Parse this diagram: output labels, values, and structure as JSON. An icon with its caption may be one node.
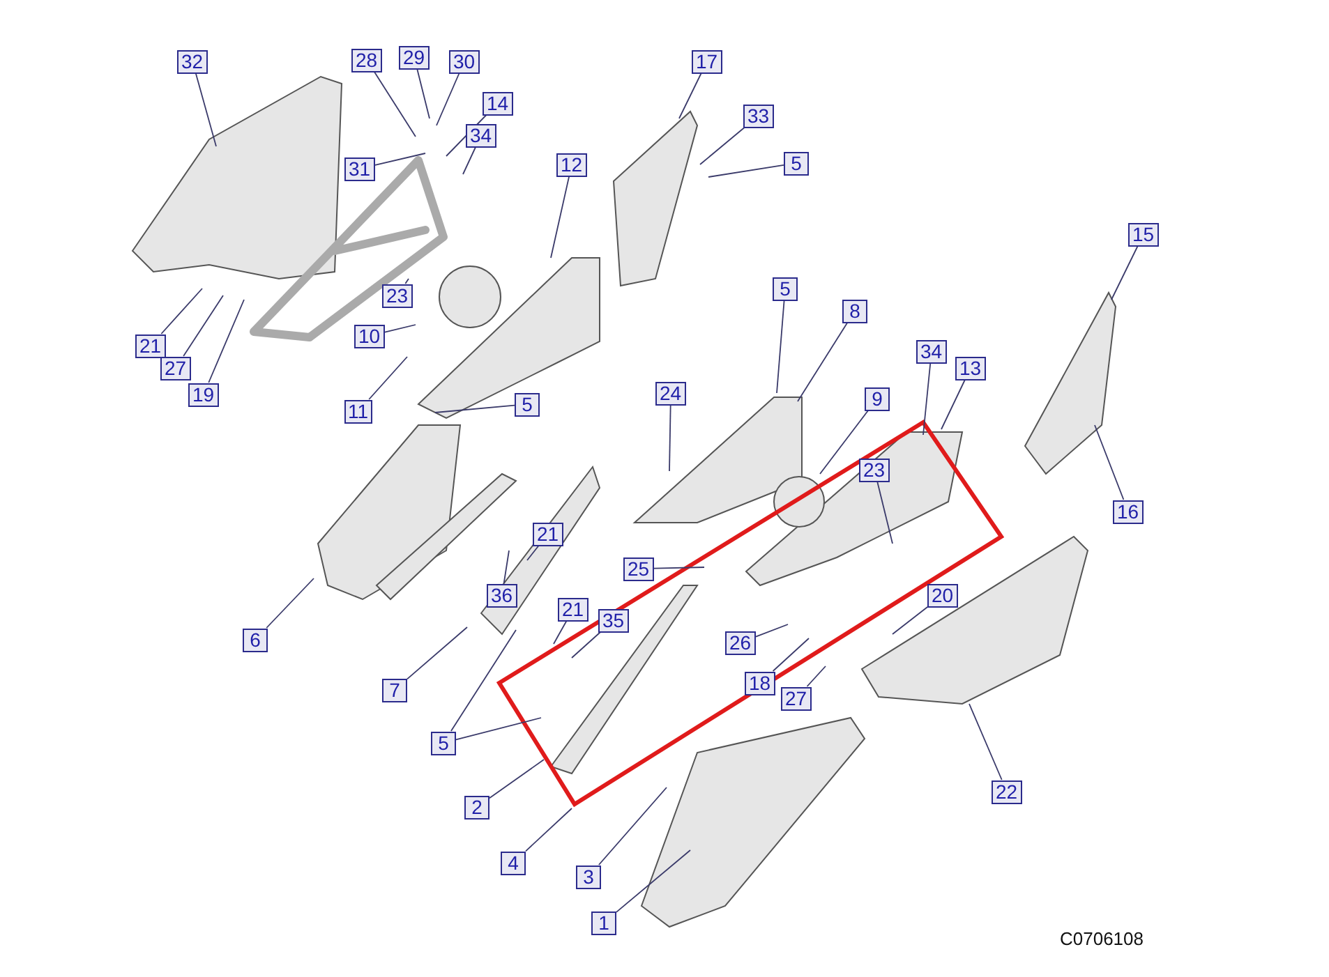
{
  "diagram": {
    "nodes": [
      {
        "text": [
          "32"
        ]
      },
      {
        "text": [
          "28"
        ]
      },
      {
        "text": [
          "29"
        ]
      },
      {
        "text": [
          "30"
        ]
      },
      {
        "text": [
          "14"
        ]
      },
      {
        "text": [
          "34"
        ]
      },
      {
        "text": [
          "31"
        ]
      },
      {
        "text": [
          "12"
        ]
      },
      {
        "text": [
          "23"
        ]
      },
      {
        "text": [
          "10"
        ]
      },
      {
        "text": [
          "11"
        ]
      },
      {
        "text": [
          "21"
        ]
      },
      {
        "text": [
          "27"
        ]
      },
      {
        "text": [
          "19"
        ]
      },
      {
        "text": [
          "5"
        ]
      },
      {
        "text": [
          "17"
        ]
      },
      {
        "text": [
          "33"
        ]
      },
      {
        "text": [
          "5"
        ]
      },
      {
        "text": [
          "5"
        ]
      },
      {
        "text": [
          "8"
        ]
      },
      {
        "text": [
          "24"
        ]
      },
      {
        "text": [
          "9"
        ]
      },
      {
        "text": [
          "34"
        ]
      },
      {
        "text": [
          "13"
        ]
      },
      {
        "text": [
          "23"
        ]
      },
      {
        "text": [
          "15"
        ]
      },
      {
        "text": [
          "16"
        ]
      },
      {
        "text": [
          "6"
        ]
      },
      {
        "text": [
          "21"
        ]
      },
      {
        "text": [
          "36"
        ]
      },
      {
        "text": [
          "25"
        ]
      },
      {
        "text": [
          "21"
        ]
      },
      {
        "text": [
          "35"
        ]
      },
      {
        "text": [
          "26"
        ]
      },
      {
        "text": [
          "18"
        ]
      },
      {
        "text": [
          "20"
        ]
      },
      {
        "text": [
          "27"
        ]
      },
      {
        "text": [
          "7"
        ]
      },
      {
        "text": [
          "5"
        ]
      },
      {
        "text": [
          "2"
        ]
      },
      {
        "text": [
          "22"
        ]
      },
      {
        "text": [
          "4"
        ]
      },
      {
        "text": [
          "3"
        ]
      },
      {
        "text": [
          "1"
        ]
      }
    ],
    "edges": [
      {
        "from": 0,
        "to": null,
        "arrow": "none"
      },
      {
        "from": 1,
        "to": null,
        "arrow": "none"
      },
      {
        "from": 2,
        "to": null,
        "arrow": "none"
      },
      {
        "from": 3,
        "to": null,
        "arrow": "none"
      },
      {
        "from": 4,
        "to": null,
        "arrow": "none"
      },
      {
        "from": 5,
        "to": null,
        "arrow": "none"
      },
      {
        "from": 6,
        "to": null,
        "arrow": "none"
      },
      {
        "from": 7,
        "to": null,
        "arrow": "none"
      },
      {
        "from": 8,
        "to": null,
        "arrow": "none"
      },
      {
        "from": 9,
        "to": null,
        "arrow": "none"
      },
      {
        "from": 10,
        "to": null,
        "arrow": "none"
      },
      {
        "from": 11,
        "to": null,
        "arrow": "none"
      },
      {
        "from": 12,
        "to": null,
        "arrow": "none"
      },
      {
        "from": 13,
        "to": null,
        "arrow": "none"
      },
      {
        "from": 14,
        "to": null,
        "arrow": "none"
      },
      {
        "from": 15,
        "to": null,
        "arrow": "none"
      },
      {
        "from": 16,
        "to": null,
        "arrow": "none"
      },
      {
        "from": 17,
        "to": null,
        "arrow": "none"
      },
      {
        "from": 18,
        "to": null,
        "arrow": "none"
      },
      {
        "from": 19,
        "to": null,
        "arrow": "none"
      },
      {
        "from": 20,
        "to": null,
        "arrow": "none"
      },
      {
        "from": 21,
        "to": null,
        "arrow": "none"
      },
      {
        "from": 22,
        "to": null,
        "arrow": "none"
      },
      {
        "from": 23,
        "to": null,
        "arrow": "none"
      },
      {
        "from": 24,
        "to": null,
        "arrow": "none"
      },
      {
        "from": 25,
        "to": null,
        "arrow": "none"
      },
      {
        "from": 26,
        "to": null,
        "arrow": "none"
      },
      {
        "from": 27,
        "to": null,
        "arrow": "none"
      },
      {
        "from": 28,
        "to": null,
        "arrow": "none"
      },
      {
        "from": 29,
        "to": null,
        "arrow": "none"
      },
      {
        "from": 30,
        "to": null,
        "arrow": "none"
      },
      {
        "from": 31,
        "to": null,
        "arrow": "none"
      },
      {
        "from": 32,
        "to": null,
        "arrow": "none"
      },
      {
        "from": 33,
        "to": null,
        "arrow": "none"
      },
      {
        "from": 34,
        "to": null,
        "arrow": "none"
      },
      {
        "from": 35,
        "to": null,
        "arrow": "none"
      },
      {
        "from": 36,
        "to": null,
        "arrow": "none"
      },
      {
        "from": 37,
        "to": null,
        "arrow": "none"
      },
      {
        "from": 38,
        "to": null,
        "arrow": "none"
      },
      {
        "from": 38,
        "to": null,
        "arrow": "none"
      },
      {
        "from": 39,
        "to": null,
        "arrow": "none"
      },
      {
        "from": 40,
        "to": null,
        "arrow": "none"
      },
      {
        "from": 41,
        "to": null,
        "arrow": "none"
      },
      {
        "from": 42,
        "to": null,
        "arrow": "none"
      },
      {
        "from": 43,
        "to": null,
        "arrow": "none"
      }
    ],
    "labels": [
      "C0706108"
    ]
  }
}
